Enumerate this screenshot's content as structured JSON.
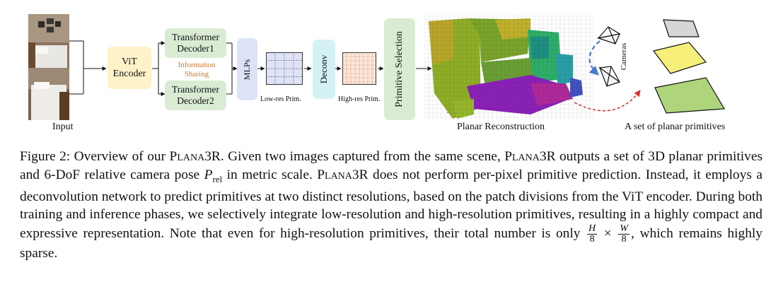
{
  "figure": {
    "input_label": "Input",
    "vit": {
      "line1": "ViT",
      "line2": "Encoder"
    },
    "decoder1": {
      "line1": "Transformer",
      "line2": "Decoder1"
    },
    "decoder2": {
      "line1": "Transformer",
      "line2": "Decoder2"
    },
    "info_sharing": {
      "line1": "Information",
      "line2": "Sharing"
    },
    "mlps": "MLPs",
    "low_res": "Low-res Prim.",
    "deconv": "Deconv",
    "high_res": "High-res Prim.",
    "primitive_selection": "Primitive Selection",
    "cameras": "Cameras",
    "planar_reconstruction": "Planar Reconstruction",
    "planar_primitives": "A set of planar primitives",
    "colors": {
      "vit_fill": "#fdf2c8",
      "decoder_fill": "#d9ecd3",
      "mlp_fill": "#dde3f7",
      "deconv_fill": "#d4f1f5",
      "selection_fill": "#d9ecd3",
      "info_text": "#c8782a",
      "low_res_grid": "#5566aa",
      "high_res_grid": "#d07a40",
      "camera_arrow": "#4a7ad0",
      "red_arrow": "#d62b2b"
    }
  },
  "caption": {
    "prefix": "Figure 2: Overview of our ",
    "name": "Plana3R",
    "s1": ". Given two images captured from the same scene, ",
    "s2": " outputs a set of 3D planar primitives and 6-DoF relative camera pose ",
    "pose_sym": "P",
    "pose_sub": "rel",
    "s3": " in metric scale. ",
    "s4": " does not perform per-pixel primitive prediction. Instead, it employs a deconvolution network to predict primitives at two distinct resolutions, based on the patch divisions from the ViT encoder. During both training and inference phases, we selectively integrate low-resolution and high-resolution primitives, resulting in a highly compact and expressive representation. Note that even for high-resolution primitives, their total number is only ",
    "frac1_num": "H",
    "frac1_den": "8",
    "times": " × ",
    "frac2_num": "W",
    "frac2_den": "8",
    "s5": ", which remains highly sparse."
  }
}
